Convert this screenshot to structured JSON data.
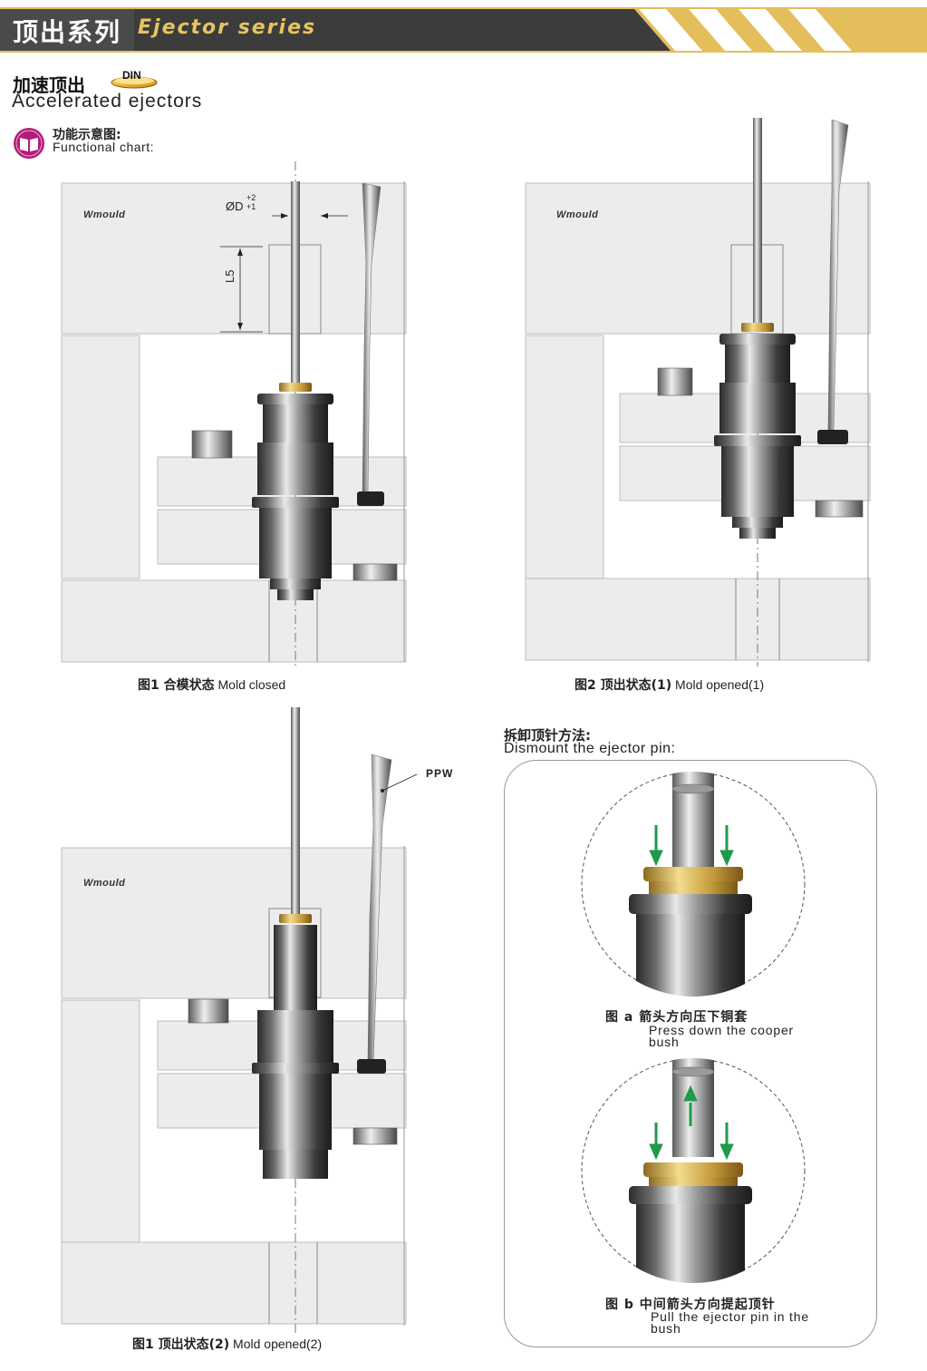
{
  "header": {
    "title_cn": "顶出系列",
    "title_en": "Ejector series",
    "band_color": "#E4BE5A",
    "title_en_color": "#E7C45F"
  },
  "section": {
    "title_cn": "加速顶出",
    "badge": "DIN",
    "title_en": "Accelerated ejectors"
  },
  "functional_chart": {
    "label_cn": "功能示意图:",
    "label_en": "Functional chart:",
    "icon": "open-book-icon",
    "icon_color": "#B01C7A"
  },
  "figures": {
    "fig1": {
      "watermark": "Wmould",
      "dim_d": "ØD",
      "dim_d_upper": "+2",
      "dim_d_lower": "+1",
      "dim_l": "L5",
      "caption_cn": "图1  合模状态",
      "caption_en": "Mold closed"
    },
    "fig2": {
      "watermark": "Wmould",
      "caption_cn": "图2  顶出状态(1)",
      "caption_en": "Mold opened(1)"
    },
    "fig3": {
      "watermark": "Wmould",
      "callout": "PPW",
      "caption_cn": "图1  顶出状态(2)",
      "caption_en": "Mold opened(2)"
    }
  },
  "dismount": {
    "title_cn": "拆卸顶针方法:",
    "title_en": "Dismount the ejector pin:",
    "step_a": {
      "label_cn": "图 a   箭头方向压下铜套",
      "label_en": "Press down the cooper bush"
    },
    "step_b": {
      "label_cn": "图 b   中间箭头方向提起顶针",
      "label_en": "Pull the ejector pin in the bush"
    },
    "arrow_color": "#1F9A4B",
    "brass_color": "#D8B557"
  }
}
